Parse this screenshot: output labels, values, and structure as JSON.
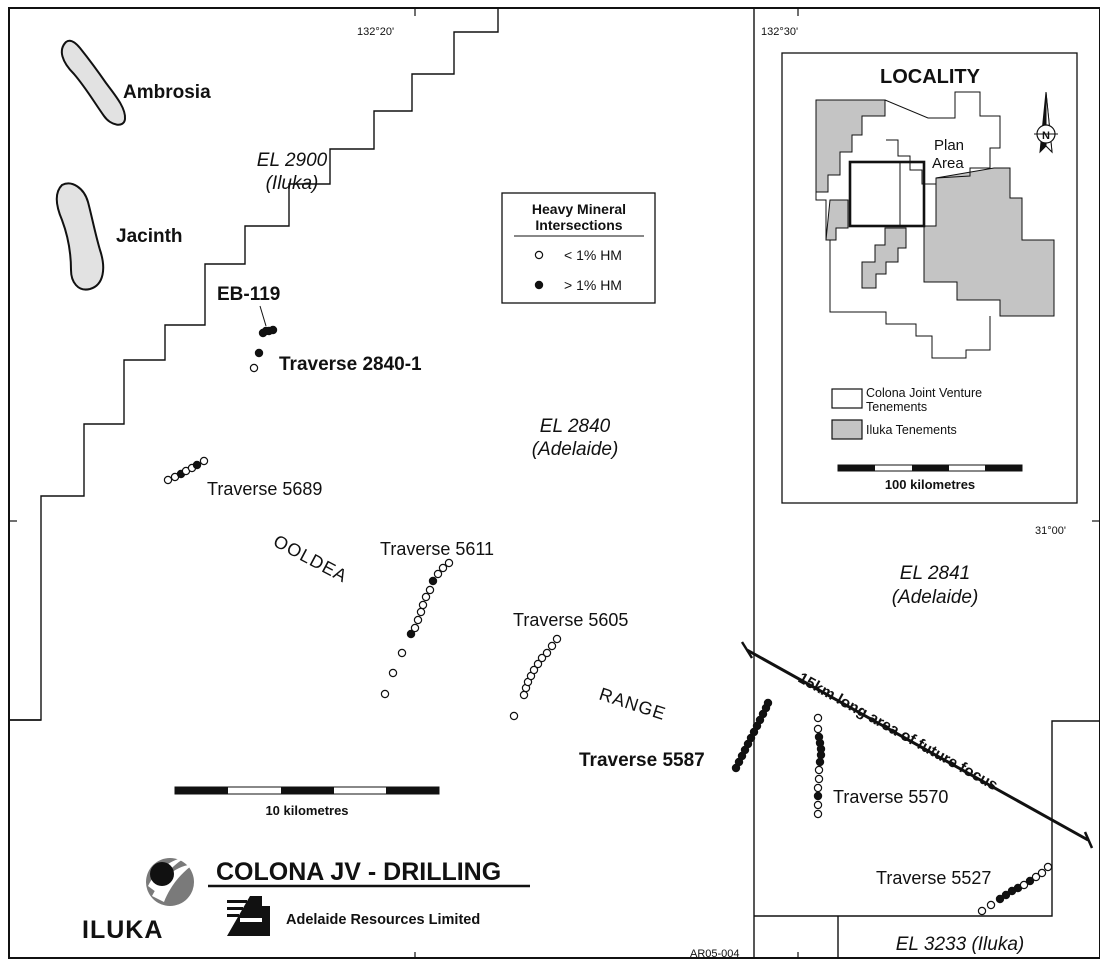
{
  "coordinates": {
    "lon_132_20": "132°20'",
    "lon_132_30": "132°30'",
    "lat_31_00": "31°00'"
  },
  "deposits": {
    "ambrosia": "Ambrosia",
    "jacinth": "Jacinth"
  },
  "tenements": {
    "el2900_code": "EL 2900",
    "el2900_owner": "(Iluka)",
    "el2840_code": "EL 2840",
    "el2840_owner": "(Adelaide)",
    "el2841_code": "EL 2841",
    "el2841_owner": "(Adelaide)",
    "el3233": "EL 3233 (Iluka)"
  },
  "landforms": {
    "ooldea": "OOLDEA",
    "range": "RANGE"
  },
  "traverses": {
    "eb119": "EB-119",
    "t2840": "Traverse 2840-1",
    "t5689": "Traverse 5689",
    "t5611": "Traverse 5611",
    "t5605": "Traverse 5605",
    "t5587": "Traverse 5587",
    "t5570": "Traverse 5570",
    "t5527": "Traverse 5527"
  },
  "focus_area": "15km long area of future focus",
  "legend": {
    "title_line1": "Heavy Mineral",
    "title_line2": "Intersections",
    "low": "< 1% HM",
    "high": "> 1% HM"
  },
  "scale_bar": {
    "label": "10 kilometres"
  },
  "locality": {
    "title": "LOCALITY",
    "plan_area_line1": "Plan",
    "plan_area_line2": "Area",
    "north": "N",
    "legend_colona_line1": "Colona Joint Venture",
    "legend_colona_line2": "Tenements",
    "legend_iluka": "Iluka Tenements",
    "scale_label": "100 kilometres"
  },
  "branding": {
    "project_title": "COLONA JV - DRILLING",
    "iluka": "ILUKA",
    "adelaide": "Adelaide Resources Limited",
    "figure_code": "AR05-004"
  },
  "colors": {
    "ink": "#111111",
    "deposit_fill": "#e2e2e2",
    "iluka_tenement_fill": "#c4c4c4"
  }
}
